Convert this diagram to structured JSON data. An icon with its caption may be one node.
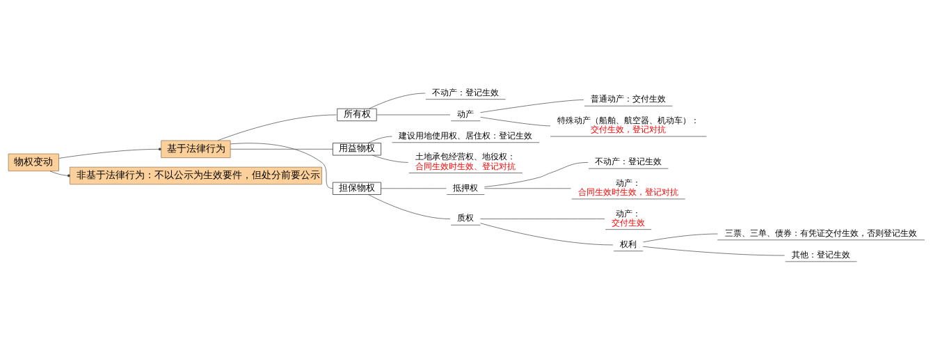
{
  "diagram": {
    "nodes": [
      {
        "text": [
          "物权变动"
        ]
      },
      {
        "text": [
          "基于法律行为"
        ]
      },
      {
        "text": [
          "所有权"
        ]
      },
      {
        "text": [
          "不动产：登记生效"
        ]
      },
      {
        "text": [
          "动产"
        ]
      },
      {
        "text": [
          "普通动产：交付生效"
        ]
      },
      {
        "text": [
          "特殊动产（船舶、航空器、机动车）：",
          "交付生效，登记对抗"
        ]
      },
      {
        "text": [
          "用益物权"
        ]
      },
      {
        "text": [
          "建设用地使用权、居住权：登记生效"
        ]
      },
      {
        "text": [
          "土地承包经营权、地役权：",
          "合同生效时生效、登记对抗"
        ]
      },
      {
        "text": [
          "担保物权"
        ]
      },
      {
        "text": [
          "抵押权"
        ]
      },
      {
        "text": [
          "不动产：登记生效"
        ]
      },
      {
        "text": [
          "动产：",
          "合同生效时生效，登记对抗"
        ]
      },
      {
        "text": [
          "质权"
        ]
      },
      {
        "text": [
          "动产：",
          "交付生效"
        ]
      },
      {
        "text": [
          "权利"
        ]
      },
      {
        "text": [
          "三票、三单、债券：有凭证交付生效，否则登记生效"
        ]
      },
      {
        "text": [
          "其他：登记生效"
        ]
      },
      {
        "text": [
          "非基于法律行为：不以公示为生效要件，但处分前要公示"
        ]
      }
    ],
    "edges": [
      {
        "from": 0,
        "to": 1,
        "arrow": "other"
      },
      {
        "from": 0,
        "to": 19,
        "arrow": "other"
      },
      {
        "from": 1,
        "to": 2,
        "arrow": "none"
      },
      {
        "from": 1,
        "to": 7,
        "arrow": "none"
      },
      {
        "from": 1,
        "to": 10,
        "arrow": "none"
      },
      {
        "from": 2,
        "to": 3,
        "arrow": "none"
      },
      {
        "from": 2,
        "to": 4,
        "arrow": "none"
      },
      {
        "from": 4,
        "to": 5,
        "arrow": "none"
      },
      {
        "from": 4,
        "to": 6,
        "arrow": "none"
      },
      {
        "from": 7,
        "to": 8,
        "arrow": "none"
      },
      {
        "from": 7,
        "to": 9,
        "arrow": "none"
      },
      {
        "from": 10,
        "to": 11,
        "arrow": "none"
      },
      {
        "from": 10,
        "to": 14,
        "arrow": "none"
      },
      {
        "from": 11,
        "to": 12,
        "arrow": "none"
      },
      {
        "from": 11,
        "to": 13,
        "arrow": "none"
      },
      {
        "from": 14,
        "to": 15,
        "arrow": "none"
      },
      {
        "from": 14,
        "to": 16,
        "arrow": "none"
      },
      {
        "from": 16,
        "to": 17,
        "arrow": "none"
      },
      {
        "from": 16,
        "to": 18,
        "arrow": "none"
      }
    ]
  }
}
